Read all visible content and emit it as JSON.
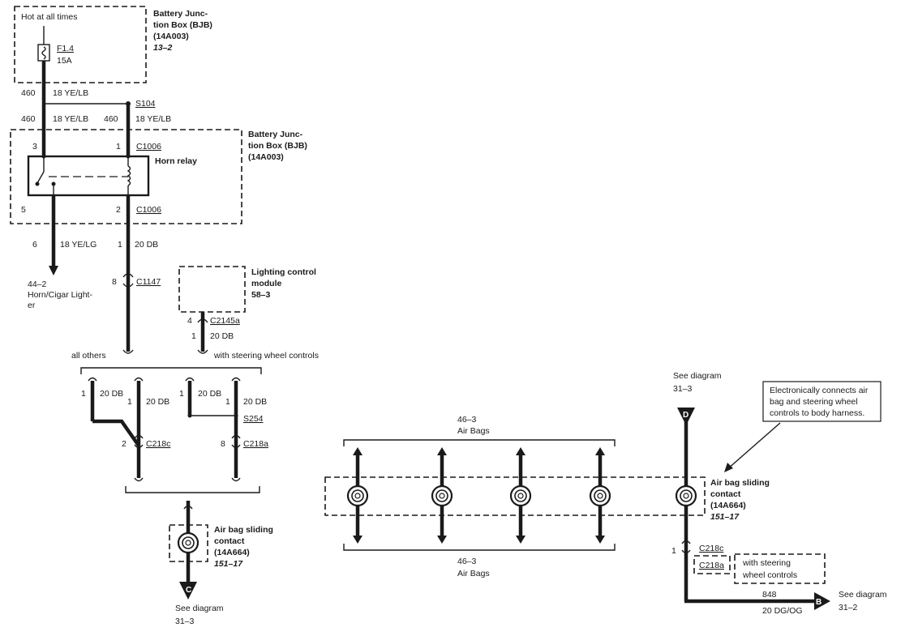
{
  "bjb_top": {
    "hot_label": "Hot at all times",
    "title": [
      "Battery Junc-",
      "tion Box (BJB)",
      "(14A003)"
    ],
    "ref": "13–2",
    "fuse": "F1.4",
    "fuse_amps": "15A"
  },
  "wires_top": {
    "circuit_a": "460",
    "gauge_a": "18 YE/LB",
    "splice": "S104",
    "circuit_b": "460",
    "gauge_b": "18 YE/LB",
    "circuit_c": "460",
    "gauge_c": "18 YE/LB"
  },
  "bjb_mid": {
    "title": [
      "Battery Junc-",
      "tion Box (BJB)",
      "(14A003)"
    ],
    "pin3": "3",
    "pin1": "1",
    "conn_top": "C1006",
    "relay": "Horn relay",
    "pin5": "5",
    "pin2": "2",
    "conn_bot": "C1006"
  },
  "horn_branch": {
    "circuit": "6",
    "gauge": "18 YE/LG",
    "ref": "44–2",
    "dest": [
      "Horn/Cigar Lighter",
      "er"
    ],
    "dest_line1": "Horn/Cigar Light-"
  },
  "db_branch": {
    "circuit": "1",
    "gauge": "20 DB",
    "pin": "8",
    "conn": "C1147"
  },
  "lcm": {
    "title": [
      "Lighting control",
      "module"
    ],
    "ref": "58–3",
    "pin": "4",
    "conn": "C2145a",
    "circuit": "1",
    "gauge": "20 DB"
  },
  "variants": {
    "all_others": "all others",
    "with_swc": "with steering wheel controls"
  },
  "lower_left": {
    "w1_circuit": "1",
    "w1_gauge": "20 DB",
    "w2_circuit": "1",
    "w2_gauge": "20 DB",
    "w3_circuit": "1",
    "w3_gauge": "20 DB",
    "w4_circuit": "1",
    "w4_gauge": "20 DB",
    "splice": "S254",
    "pin_c": "2",
    "conn_c": "C218c",
    "pin_a": "8",
    "conn_a": "C218a"
  },
  "sliding_left": {
    "title": [
      "Air bag sliding",
      "contact",
      "(14A664)"
    ],
    "ref": "151–17",
    "connector": "C",
    "see": "See diagram",
    "see_ref": "31–3"
  },
  "airbags": {
    "top_ref": "46–3",
    "top_label": "Air Bags",
    "bot_ref": "46–3",
    "bot_label": "Air Bags"
  },
  "sliding_right": {
    "see": "See diagram",
    "see_ref": "31–3",
    "connector_in": "D",
    "title": [
      "Air bag sliding",
      "contact",
      "(14A664)"
    ],
    "ref": "151–17",
    "note": [
      "Electronically connects air",
      "bag and steering wheel",
      "controls to body harness."
    ],
    "pin": "1",
    "conn_c": "C218c",
    "conn_a": "C218a",
    "swc": [
      "with steering",
      "wheel controls"
    ],
    "circuit": "848",
    "gauge": "20 DG/OG",
    "connector_out": "B",
    "see_out": "See diagram",
    "see_out_ref": "31–2"
  }
}
